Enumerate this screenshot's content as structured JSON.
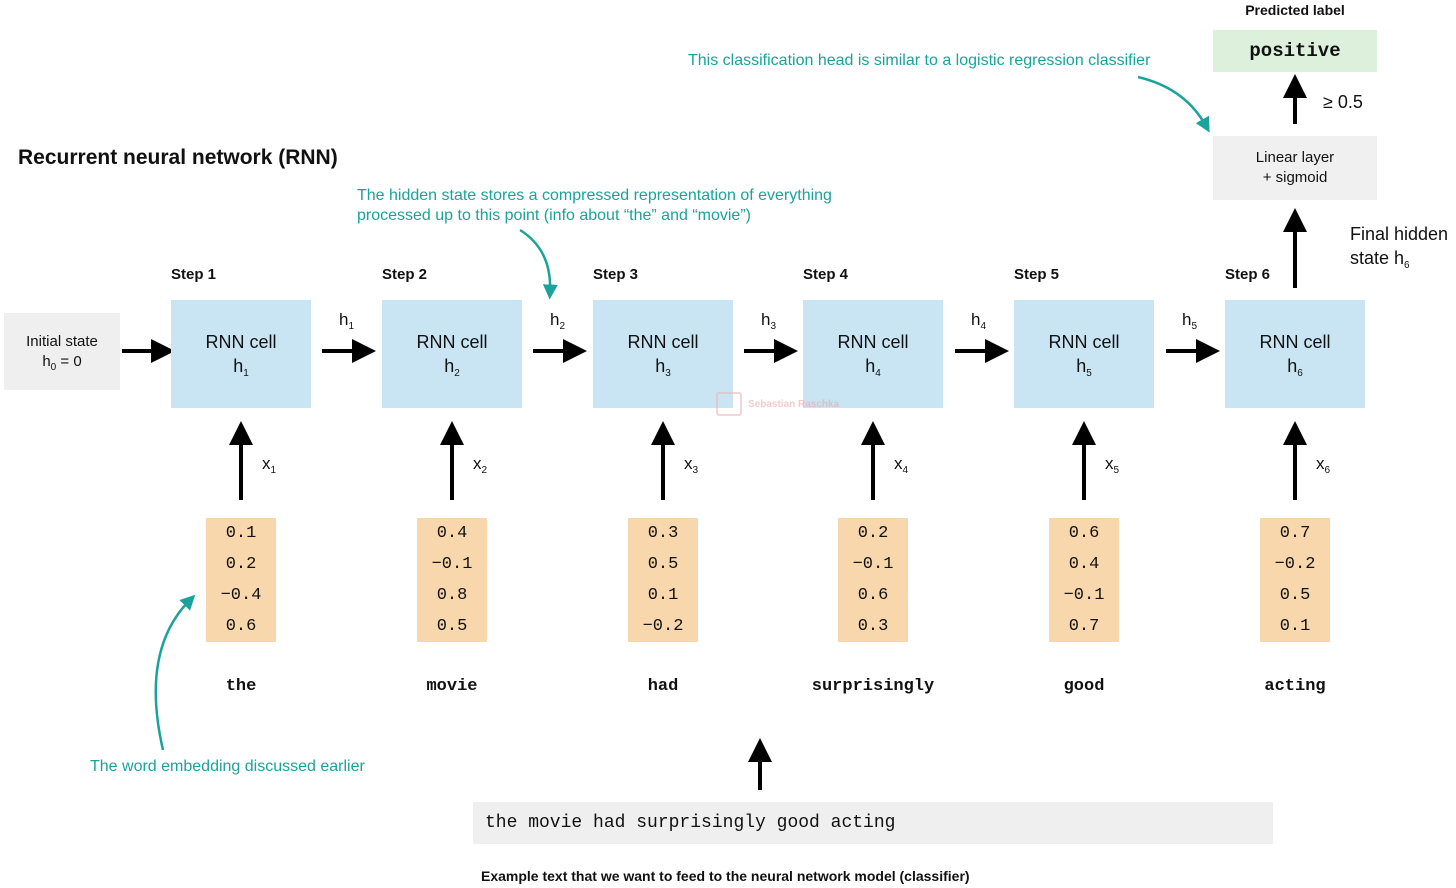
{
  "title": "Recurrent neural network (RNN)",
  "annotations": {
    "head": "This classification head is similar to a logistic regression classifier",
    "hidden_line1": "The hidden state stores a compressed representation of everything",
    "hidden_line2": "processed up to this point (info about “the” and “movie”)",
    "embedding": "The word embedding discussed earlier"
  },
  "initial_state": {
    "line1": "Initial state",
    "h": "h",
    "sub": "0",
    "eq": " = 0"
  },
  "cell_label": "RNN cell",
  "steps": [
    {
      "label": "Step 1",
      "h": "h",
      "hsub": "1",
      "x": "x",
      "xsub": "1",
      "emb": [
        "0.1",
        "0.2",
        "−0.4",
        "0.6"
      ],
      "word": "the"
    },
    {
      "label": "Step 2",
      "h": "h",
      "hsub": "2",
      "x": "x",
      "xsub": "2",
      "emb": [
        "0.4",
        "−0.1",
        "0.8",
        "0.5"
      ],
      "word": "movie"
    },
    {
      "label": "Step 3",
      "h": "h",
      "hsub": "3",
      "x": "x",
      "xsub": "3",
      "emb": [
        "0.3",
        "0.5",
        "0.1",
        "−0.2"
      ],
      "word": "had"
    },
    {
      "label": "Step 4",
      "h": "h",
      "hsub": "4",
      "x": "x",
      "xsub": "4",
      "emb": [
        "0.2",
        "−0.1",
        "0.6",
        "0.3"
      ],
      "word": "surprisingly"
    },
    {
      "label": "Step 5",
      "h": "h",
      "hsub": "5",
      "x": "x",
      "xsub": "5",
      "emb": [
        "0.6",
        "0.4",
        "−0.1",
        "0.7"
      ],
      "word": "good"
    },
    {
      "label": "Step 6",
      "h": "h",
      "hsub": "6",
      "x": "x",
      "xsub": "6",
      "emb": [
        "0.7",
        "−0.2",
        "0.5",
        "0.1"
      ],
      "word": "acting"
    }
  ],
  "head": {
    "line1": "Linear layer",
    "line2": "+ sigmoid",
    "threshold": "≥ 0.5"
  },
  "final_hidden": {
    "line1": "Final hidden",
    "line2": "state h",
    "sub": "6"
  },
  "prediction": {
    "title": "Predicted label",
    "value": "positive"
  },
  "input_text": "the movie had surprisingly good acting",
  "caption": "Example text that we want to feed to the neural network model (classifier)",
  "watermark": "Sebastian Raschka",
  "colors": {
    "teal": "#1aa39a",
    "cell": "#c9e4f3",
    "embedding": "#f9d7ad",
    "prediction": "#ddf0dc",
    "box": "#efefef"
  }
}
